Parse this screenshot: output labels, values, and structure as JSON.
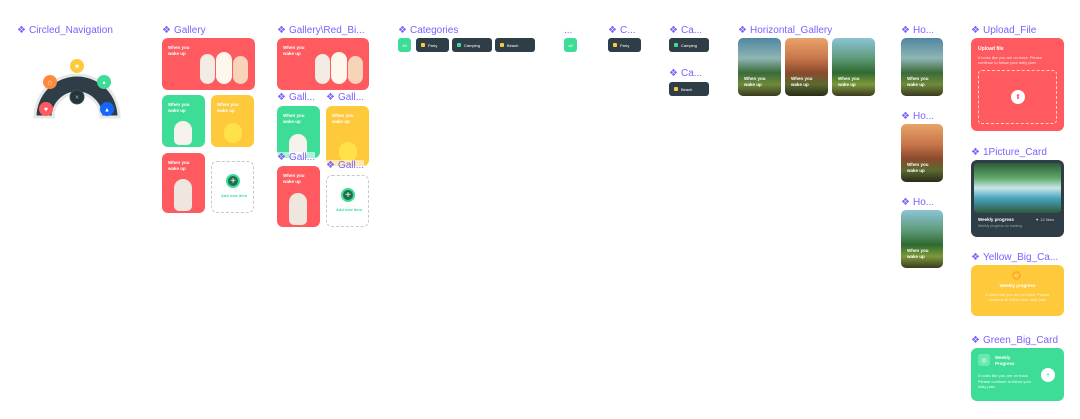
{
  "frames": {
    "circled_navigation": "Circled_Navigation",
    "gallery": "Gallery",
    "gallery_red_bi": "Gallery\\Red_Bi...",
    "gall_1": "Gall...",
    "gall_2": "Gall...",
    "gall_3": "Gall...",
    "gall_4": "Gall...",
    "categories": "Categories",
    "dots": "...",
    "c": "C...",
    "ca_1": "Ca...",
    "ca_2": "Ca...",
    "horizontal_gallery": "Horizontal_Gallery",
    "ho_1": "Ho...",
    "ho_2": "Ho...",
    "ho_3": "Ho...",
    "upload_file": "Upload_File",
    "picture_card": "1Picture_Card",
    "yellow_big_card": "Yellow_Big_Ca...",
    "green_big_card": "Green_Big_Card"
  },
  "gallery_text": {
    "wake_up": "When you wake up",
    "add_new": "Add new item"
  },
  "categories": {
    "all": "All",
    "party": "Party",
    "camping": "Camping",
    "beach": "Beach"
  },
  "upload": {
    "title": "Upload file",
    "desc": "It looks like you are on track. Please continue to follow your daily plan"
  },
  "picture_card": {
    "title": "Weekly progress",
    "subtitle": "Weekly progress on tracking",
    "likes": "12 likes"
  },
  "yellow_card": {
    "title": "Weekly progress",
    "desc": "It looks like you are on track. Please continue to follow your daily plan"
  },
  "green_card": {
    "title": "Weekly Progress",
    "desc": "It looks like you are on track. Please continue to follow your daily plan"
  },
  "colors": {
    "red": "#ff5a5f",
    "green": "#3ddc97",
    "yellow": "#ffc93c",
    "dark": "#2f3e46",
    "accent": "#7b61ff"
  },
  "icons": {
    "frame": "component-diamond-icon",
    "home": "home-icon",
    "star": "star-icon",
    "chat": "chat-icon",
    "heart": "heart-icon",
    "bell": "bell-icon",
    "close": "close-icon",
    "plus": "plus-icon",
    "upload": "upload-icon",
    "heart_like": "heart-like-icon"
  }
}
